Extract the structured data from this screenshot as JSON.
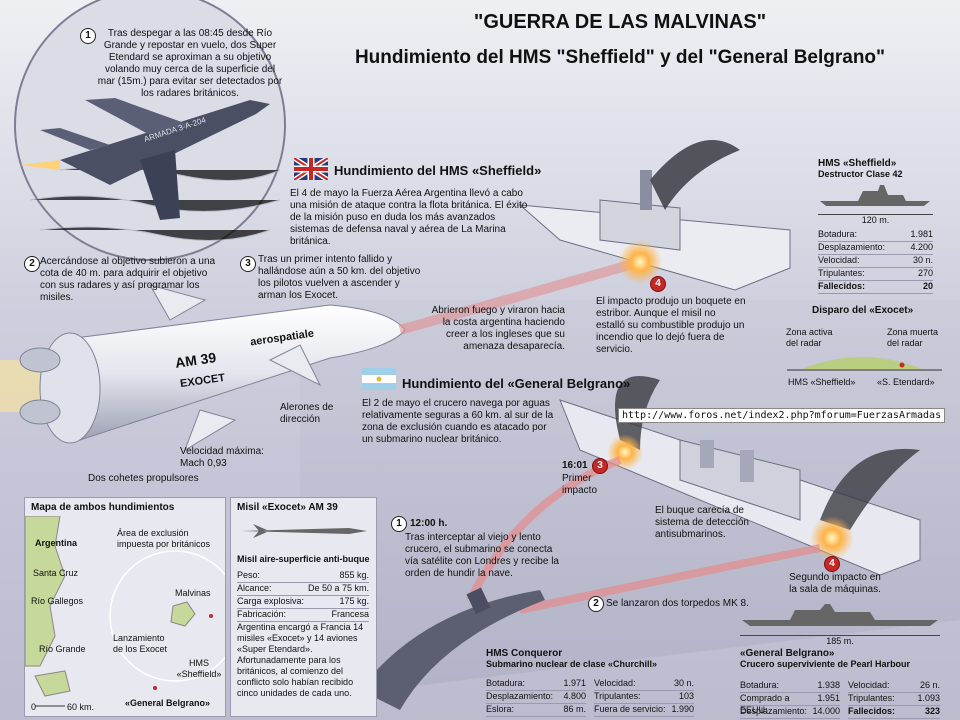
{
  "title": {
    "line1": "\"GUERRA DE LAS MALVINAS\"",
    "line2": "Hundimiento del HMS \"Sheffield\" y del \"General Belgrano\""
  },
  "steps": {
    "s1": {
      "num": "1",
      "text": "Tras despegar a las 08:45 desde Río Grande y repostar en vuelo, dos Super Etendard se aproximan a su objetivo volando muy cerca de la superficie del mar (15m.) para evitar ser detectados por los radares británicos."
    },
    "s2": {
      "num": "2",
      "text": "Acercándose al objetivo subieron a una cota de 40 m. para adquirir el objetivo con sus radares y así programar los misiles."
    },
    "s3": {
      "num": "3",
      "text": "Tras un primer intento fallido y hallándose aún a 50 km. del objetivo los pilotos vuelven a ascender y arman los Exocet."
    },
    "s4": {
      "num": "4",
      "text": "El impacto produjo un boquete en estribor. Aunque el misil no estalló su combustible produjo un incendio que lo dejó fuera de servicio."
    }
  },
  "aircraft_markings": {
    "text": "ARMADA 3-A-204"
  },
  "sheffield": {
    "heading": "Hundimiento del HMS «Sheffield»",
    "text": "El 4 de mayo la Fuerza Aérea Argentina llevó a cabo una misión de ataque contra la flota británica. El éxito de la misión puso en duda los más avanzados sistemas de defensa naval y aérea de La Marina británica.",
    "evasion": "Abrieron fuego y viraron hacia la costa argentina haciendo creer a los ingleses que su amenaza desaparecía.",
    "spec_title": "HMS «Sheffield»",
    "spec_sub": "Destructor Clase 42",
    "length": "120 m.",
    "specs": [
      {
        "k": "Botadura:",
        "v": "1.981"
      },
      {
        "k": "Desplazamiento:",
        "v": "4.200"
      },
      {
        "k": "Velocidad:",
        "v": "30 n."
      },
      {
        "k": "Tripulantes:",
        "v": "270"
      },
      {
        "k": "Fallecidos:",
        "v": "20"
      }
    ]
  },
  "exocet_fire": {
    "title": "Disparo del «Exocet»",
    "active": "Zona activa del radar",
    "dead": "Zona muerta del radar",
    "ship": "HMS «Sheffield»",
    "plane": "«S. Etendard»"
  },
  "missile": {
    "label1": "AM 39",
    "label2": "EXOCET",
    "label3": "aerospatiale",
    "fins": "Alerones de dirección",
    "speed": "Velocidad máxima: Mach 0,93",
    "boosters": "Dos cohetes propulsores"
  },
  "belgrano": {
    "heading": "Hundimiento del «General Belgrano»",
    "text": "El 2 de mayo el crucero navega por aguas relativamente seguras a 60 km. al sur de la zona de exclusión cuando es atacado por un submarino nuclear británico.",
    "url": "http://www.foros.net/index2.php?mforum=FuerzasArmadas",
    "first_time": "16:01",
    "first_num": "3",
    "first": "Primer impacto",
    "no_sonar": "El buque carecía de sistema de detección antisubmarinos.",
    "second_num": "4",
    "second": "Segundo impacto en la sala de máquinas.",
    "step1_num": "1",
    "step1_time": "12:00 h.",
    "step1": "Tras interceptar al viejo y lento crucero, el submarino se conecta vía satélite con Londres y recibe la orden de hundir la nave.",
    "step2_num": "2",
    "step2": "Se lanzaron dos torpedos MK 8.",
    "spec_title": "«General Belgrano»",
    "spec_sub": "Crucero superviviente de Pearl Harbour",
    "length": "185 m.",
    "specs_left": [
      {
        "k": "Botadura:",
        "v": "1.938"
      },
      {
        "k": "Comprado a EEUU:",
        "v": "1.951"
      },
      {
        "k": "Desplazamiento:",
        "v": "14.000"
      }
    ],
    "specs_right": [
      {
        "k": "Velocidad:",
        "v": "26 n."
      },
      {
        "k": "Tripulantes:",
        "v": "1.093"
      },
      {
        "k": "Fallecidos:",
        "v": "323"
      }
    ]
  },
  "conqueror": {
    "title": "HMS Conqueror",
    "sub": "Submarino nuclear de clase «Churchill»",
    "specs_left": [
      {
        "k": "Botadura:",
        "v": "1.971"
      },
      {
        "k": "Desplazamiento:",
        "v": "4.800"
      },
      {
        "k": "Eslora:",
        "v": "86 m."
      }
    ],
    "specs_right": [
      {
        "k": "Velocidad:",
        "v": "30 n."
      },
      {
        "k": "Tripulantes:",
        "v": "103"
      },
      {
        "k": "Fuera de servicio:",
        "v": "1.990"
      }
    ]
  },
  "map": {
    "title": "Mapa de ambos hundimientos",
    "country": "Argentina",
    "cities": [
      "Santa Cruz",
      "Río Gallegos",
      "Río Grande"
    ],
    "exclusion": "Área de exclusión impuesta por británicos",
    "islands": "Malvinas",
    "launch": "Lanzamiento de los Exocet",
    "hms": "HMS «Sheffield»",
    "belgrano": "«General Belgrano»",
    "scale_0": "0",
    "scale_60": "60 km."
  },
  "exocet_panel": {
    "title": "Misil «Exocet» AM 39",
    "sub": "Misil aire-superficie anti-buque",
    "specs": [
      {
        "k": "Peso:",
        "v": "855 kg."
      },
      {
        "k": "Alcance:",
        "v": "De 50 a 75 km."
      },
      {
        "k": "Carga explosiva:",
        "v": "175 kg."
      },
      {
        "k": "Fabricación:",
        "v": "Francesa"
      }
    ],
    "note": "Argentina encargó a Francia 14 misiles «Exocet» y 14 aviones «Super Etendard». Afortunadamente para los británicos, al comienzo del conflicto solo habían recibido cinco unidades de cada uno."
  },
  "colors": {
    "accent": "#c62828",
    "ink": "#111111"
  }
}
